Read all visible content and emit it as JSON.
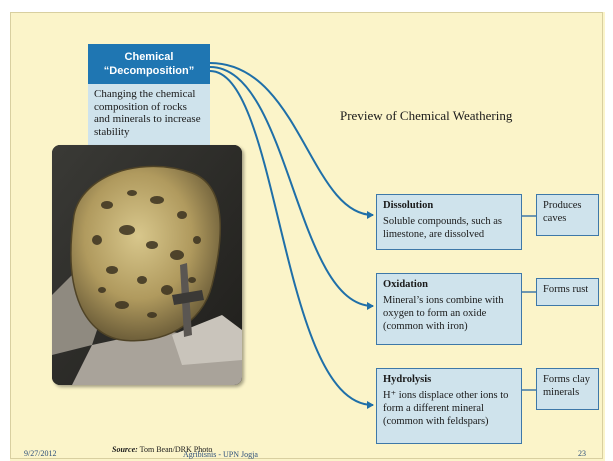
{
  "diagram": {
    "root": {
      "title_line1": "Chemical",
      "title_line2": "“Decomposition”",
      "description": "Changing the chemical composition of rocks and minerals to increase stability"
    },
    "preview_title": "Preview of  Chemical Weathering",
    "processes": [
      {
        "name": "Dissolution",
        "description": "Soluble compounds, such as limestone, are dissolved",
        "result": "Produces caves"
      },
      {
        "name": "Oxidation",
        "description": "Mineral’s ions combine with oxygen to form an oxide (common with iron)",
        "result": "Forms rust"
      },
      {
        "name": "Hydrolysis",
        "description": "H⁺ ions displace other ions to form a different mineral (common with feldspars)",
        "result": "Forms clay minerals"
      }
    ],
    "colors": {
      "accent": "#1f76b2",
      "box_fill": "#cfe3ec",
      "background": "#fbf4c9",
      "arrow": "#1f6fa8"
    }
  },
  "photo": {
    "description_icon": "rock-photo",
    "credit_label": "Source:",
    "credit_text": "Tom Bean/DRK Photo"
  },
  "footer": {
    "date": "9/27/2012",
    "center_text": "Agribisnis - UPN Jogja",
    "page_number": "23"
  }
}
